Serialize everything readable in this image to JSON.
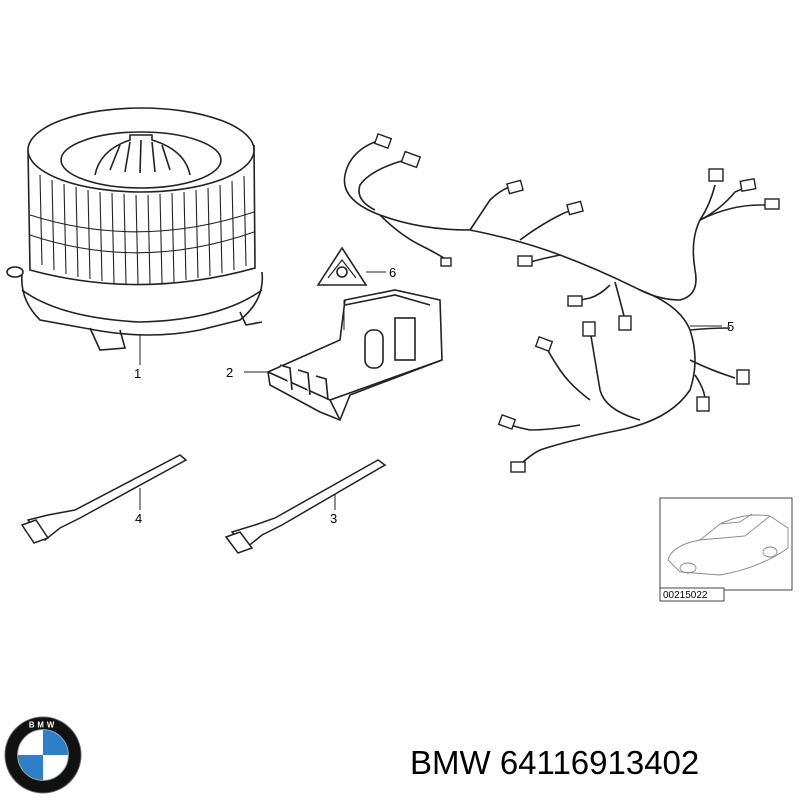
{
  "diagram": {
    "callouts": [
      "1",
      "2",
      "3",
      "4",
      "5",
      "6"
    ],
    "reference_code": "00215022"
  },
  "logo": {
    "text": "BMW",
    "colors": {
      "blue": "#2f7fc8",
      "white": "#ffffff",
      "ring": "#111111"
    }
  },
  "caption": {
    "brand": "BMW",
    "part_number": "64116913402"
  }
}
